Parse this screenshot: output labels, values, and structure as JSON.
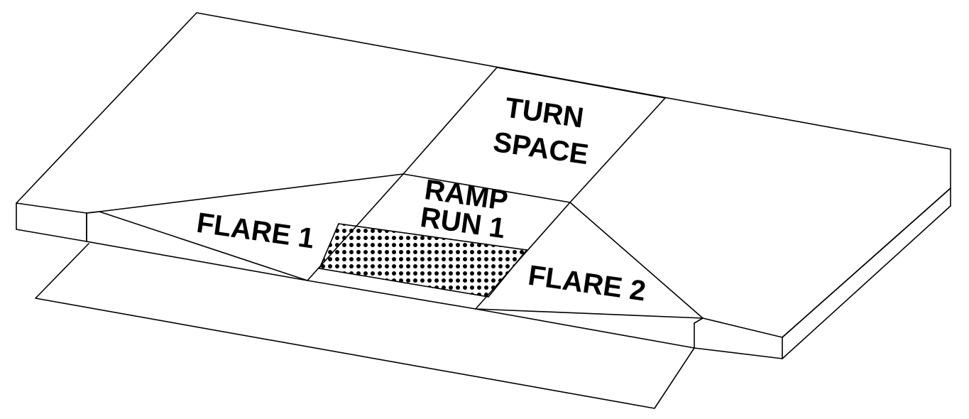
{
  "labels": {
    "turn_space_line1": "TURN",
    "turn_space_line2": "SPACE",
    "ramp_run_line1": "RAMP",
    "ramp_run_line2": "RUN 1",
    "flare_1": "FLARE 1",
    "flare_2": "FLARE 2"
  },
  "colors": {
    "line": "#000000",
    "background": "#ffffff",
    "dots": "#000000"
  }
}
